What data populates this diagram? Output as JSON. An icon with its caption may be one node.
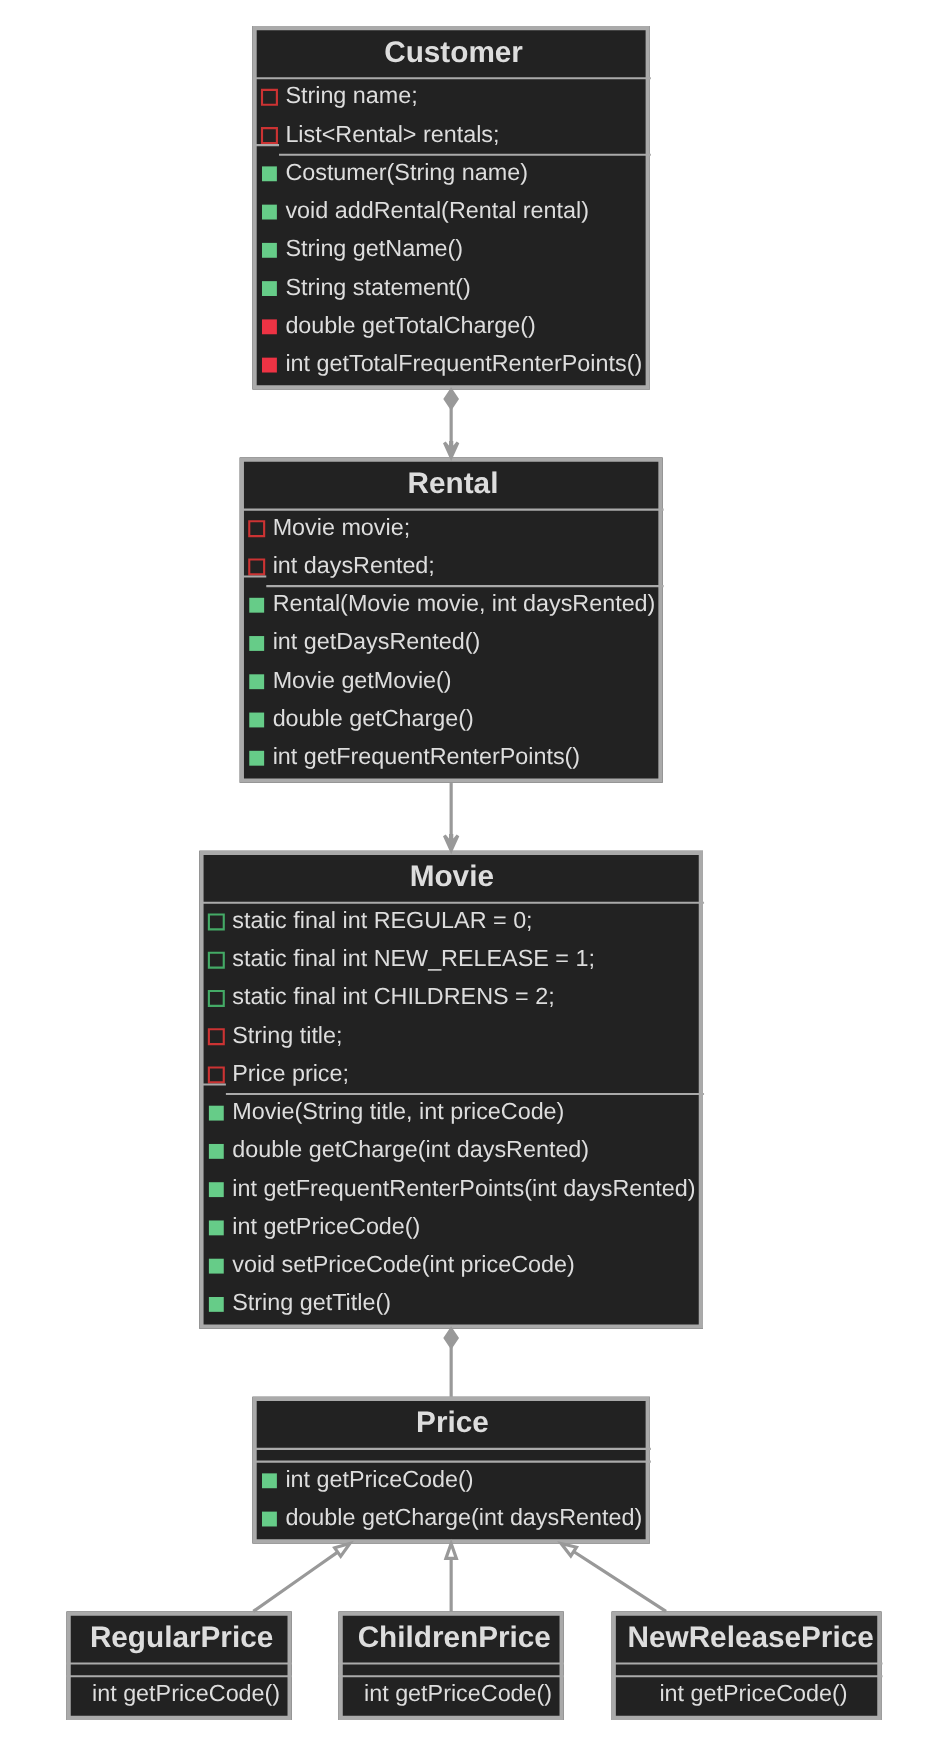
{
  "diagram": {
    "nodes": [
      {
        "text": [
          "Customer",
          "String name;",
          "List<Rental> rentals;",
          "Costumer(String name)",
          "void addRental(Rental rental)",
          "String getName()",
          "String statement()",
          "double getTotalCharge()",
          "int getTotalFrequentRenterPoints()"
        ]
      },
      {
        "text": [
          "Rental",
          "Movie movie;",
          "int daysRented;",
          "Rental(Movie movie, int daysRented)",
          "int getDaysRented()",
          "Movie getMovie()",
          "double getCharge()",
          "int getFrequentRenterPoints()"
        ]
      },
      {
        "text": [
          "Movie",
          "static final int REGULAR = 0;",
          "static final int NEW_RELEASE = 1;",
          "static final int CHILDRENS = 2;",
          "String title;",
          "Price price;",
          "Movie(String title, int priceCode)",
          "double getCharge(int daysRented)",
          "int getFrequentRenterPoints(int daysRented)",
          "int getPriceCode()",
          "void setPriceCode(int priceCode)",
          "String getTitle()"
        ]
      },
      {
        "text": [
          "Price",
          "int getPriceCode()",
          "double getCharge(int daysRented)"
        ]
      },
      {
        "text": [
          "RegularPrice",
          "int getPriceCode()"
        ]
      },
      {
        "text": [
          "ChildrenPrice",
          "int getPriceCode()"
        ]
      },
      {
        "text": [
          "NewReleasePrice",
          "int getPriceCode()"
        ]
      }
    ],
    "edges": [
      {
        "from": 0,
        "to": 1,
        "arrow": "to"
      },
      {
        "from": 1,
        "to": 2,
        "arrow": "to"
      },
      {
        "from": 2,
        "to": 3,
        "arrow": "other"
      },
      {
        "from": 4,
        "to": 3,
        "arrow": "to"
      },
      {
        "from": 5,
        "to": 3,
        "arrow": "to"
      },
      {
        "from": 6,
        "to": 3,
        "arrow": "to"
      }
    ]
  }
}
